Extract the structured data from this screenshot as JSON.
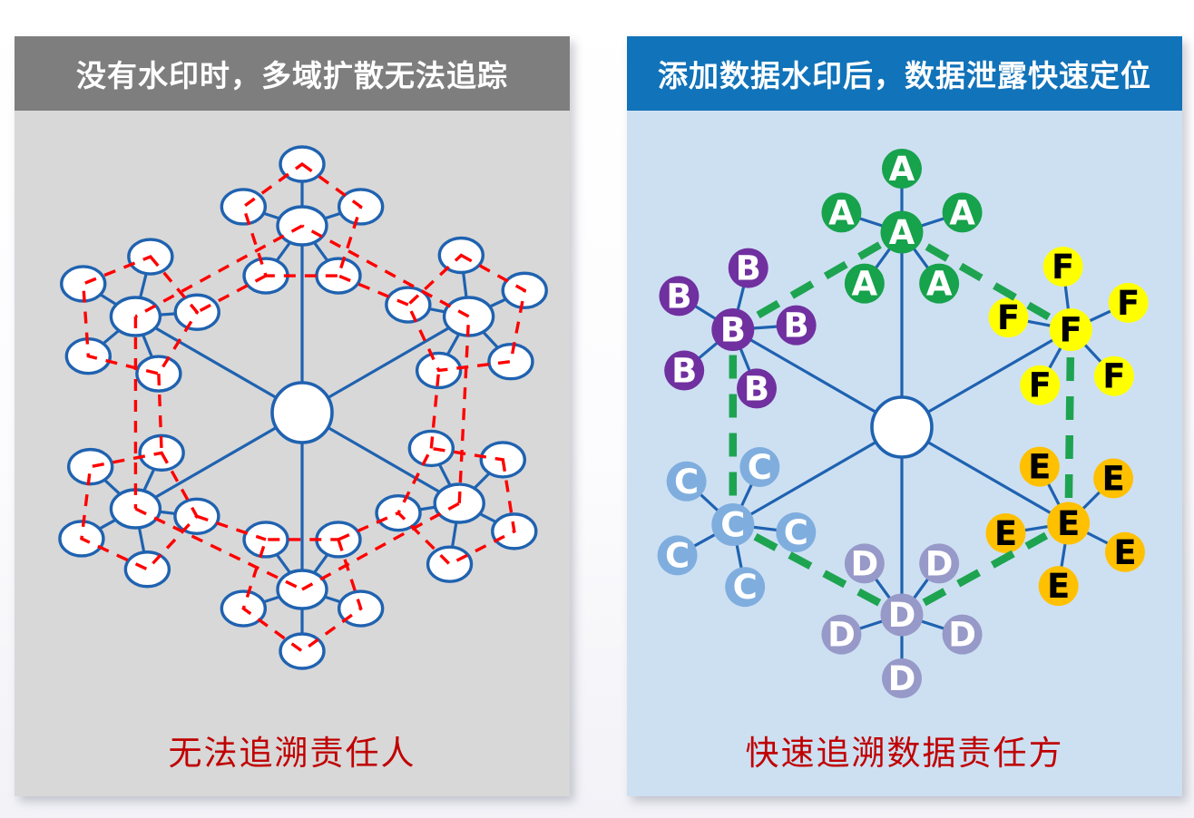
{
  "left_panel": {
    "title": "没有水印时，多域扩散无法追踪",
    "caption": "无法追溯责任人",
    "colors": {
      "header_bg": "#7e7e7e",
      "header_text": "#ffffff",
      "body_bg": "#d8d8d8",
      "caption_text": "#c00000",
      "edge": "#1f62b0",
      "node_fill": "#ffffff",
      "node_stroke": "#1f62b0",
      "center_fill": "#ffffff",
      "center_stroke": "#1f62b0",
      "trace": "#ff0000"
    },
    "network": {
      "satellites_per_cluster": 5,
      "clusters": [
        {
          "position": "top"
        },
        {
          "position": "upper-left"
        },
        {
          "position": "upper-right"
        },
        {
          "position": "lower-left"
        },
        {
          "position": "lower-right"
        },
        {
          "position": "bottom"
        }
      ]
    }
  },
  "right_panel": {
    "title": "添加数据水印后，数据泄露快速定位",
    "caption": "快速追溯数据责任方",
    "colors": {
      "header_bg": "#1173b9",
      "header_text": "#ffffff",
      "body_bg": "#cde0f2",
      "caption_text": "#c00000",
      "edge": "#1f62b0",
      "center_fill": "#ffffff",
      "center_stroke": "#1f62b0",
      "trace": "#1ea450"
    },
    "network": {
      "satellites_per_cluster": 5,
      "clusters": [
        {
          "label": "A",
          "position": "top",
          "fill": "#17a24c",
          "letter_color": "#ffffff"
        },
        {
          "label": "B",
          "position": "upper-left",
          "fill": "#7030a0",
          "letter_color": "#ffffff"
        },
        {
          "label": "C",
          "position": "lower-left",
          "fill": "#7fadde",
          "letter_color": "#ffffff"
        },
        {
          "label": "D",
          "position": "bottom",
          "fill": "#9799c8",
          "letter_color": "#ffffff"
        },
        {
          "label": "E",
          "position": "lower-right",
          "fill": "#ffc000",
          "letter_color": "#000000"
        },
        {
          "label": "F",
          "position": "upper-right",
          "fill": "#ffff00",
          "letter_color": "#000000"
        }
      ],
      "trace_path": [
        "A",
        "B",
        "C",
        "D",
        "E",
        "F",
        "A"
      ]
    }
  }
}
